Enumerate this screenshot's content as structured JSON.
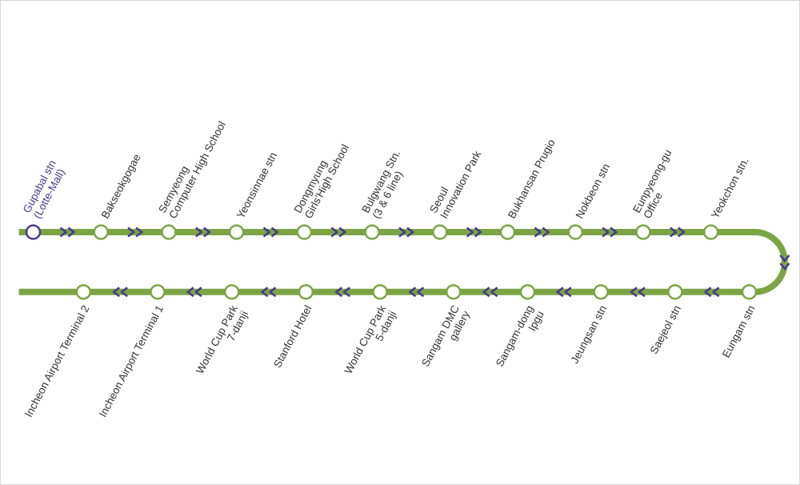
{
  "colors": {
    "line": "#7ca445",
    "station_fill": "#ffffff",
    "station_stroke": "#7ca445",
    "origin_stroke": "#4a3a8c",
    "arrow": "#4a3a8c",
    "label": "#333333",
    "origin_label": "#4a3a8c"
  },
  "upper_stations": [
    {
      "lines": [
        "Gupabal stn",
        "(Lotte-Mall)"
      ],
      "origin": true
    },
    {
      "lines": [
        "Bakseokgogae"
      ]
    },
    {
      "lines": [
        "Semyeong",
        "Computer High School"
      ]
    },
    {
      "lines": [
        "Yeonsinnae stn"
      ]
    },
    {
      "lines": [
        "Dongmyung",
        "Girls'High School"
      ]
    },
    {
      "lines": [
        "Bulgwang Stn.",
        "(3 & 6 line)"
      ]
    },
    {
      "lines": [
        "Seoul",
        "Innovation Park"
      ]
    },
    {
      "lines": [
        "Bukhansan Prugio"
      ]
    },
    {
      "lines": [
        "Nokbeon stn"
      ]
    },
    {
      "lines": [
        "Eunpyeong-gu",
        "Office"
      ]
    },
    {
      "lines": [
        "Yeokchon stn."
      ]
    }
  ],
  "lower_stations": [
    {
      "lines": [
        "Eungam stn"
      ]
    },
    {
      "lines": [
        "Saejeol stn"
      ]
    },
    {
      "lines": [
        "Jeungsan stn"
      ]
    },
    {
      "lines": [
        "Sangam-dong",
        "Ipgu"
      ]
    },
    {
      "lines": [
        "Sangam DMC",
        "gallery"
      ]
    },
    {
      "lines": [
        "World Cup Park",
        "5-danji"
      ]
    },
    {
      "lines": [
        "Stanford Hotel"
      ]
    },
    {
      "lines": [
        "World Cup Park",
        "7-danji"
      ]
    },
    {
      "lines": [
        "Incheon Airport Terminal 1"
      ]
    },
    {
      "lines": [
        "Incheon Airport Terminal 2"
      ]
    }
  ],
  "arrow_icon": "double-chevron-icon"
}
